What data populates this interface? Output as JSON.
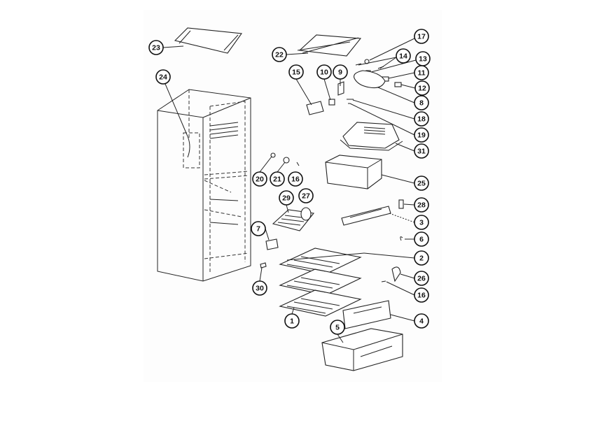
{
  "diagram": {
    "type": "exploded-parts-view",
    "callouts": [
      "23",
      "22",
      "17",
      "14",
      "13",
      "11",
      "12",
      "15",
      "10",
      "9",
      "8",
      "18",
      "19",
      "31",
      "24",
      "20",
      "21",
      "16",
      "25",
      "29",
      "27",
      "28",
      "3",
      "7",
      "6",
      "2",
      "26",
      "30",
      "16",
      "1",
      "4",
      "5"
    ]
  }
}
